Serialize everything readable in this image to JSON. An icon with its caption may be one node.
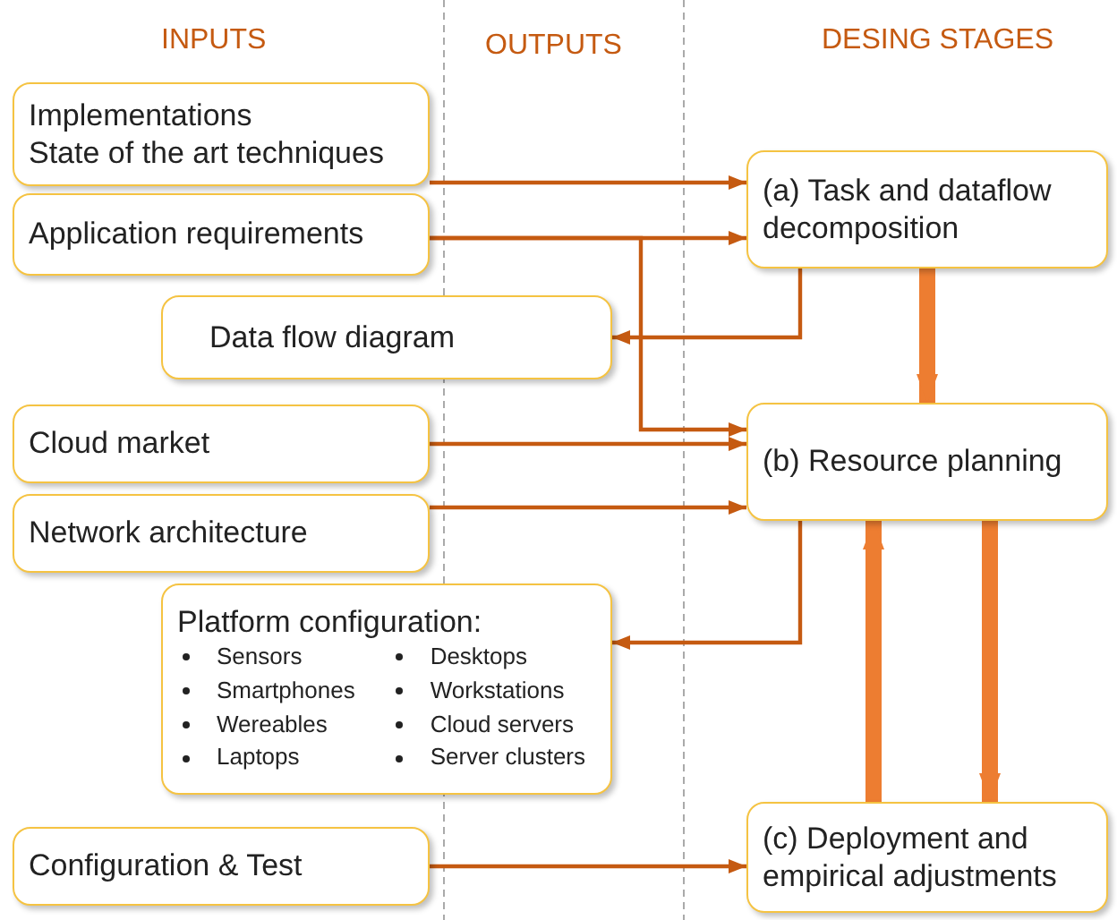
{
  "diagram": {
    "nodes": [
      {
        "text": [
          "Implementations",
          "State of the art techniques"
        ]
      },
      {
        "text": [
          "Application requirements"
        ]
      },
      {
        "text": [
          "Data flow diagram"
        ]
      },
      {
        "text": [
          "Cloud market"
        ]
      },
      {
        "text": [
          "Network architecture"
        ]
      },
      {
        "text": [
          "Platform configuration:",
          "Sensors",
          "Smartphones",
          "Wereables",
          "Laptops",
          "Desktops",
          "Workstations",
          "Cloud servers",
          "Server clusters"
        ]
      },
      {
        "text": [
          "Configuration & Test"
        ]
      },
      {
        "text": [
          "(a) Task and dataflow decomposition"
        ]
      },
      {
        "text": [
          "(b) Resource planning"
        ]
      },
      {
        "text": [
          "(c) Deployment and empirical adjustments"
        ]
      }
    ],
    "edges": [
      {
        "from": 0,
        "to": 7,
        "arrow": "to"
      },
      {
        "from": 1,
        "to": 7,
        "arrow": "to"
      },
      {
        "from": 1,
        "to": 8,
        "arrow": "to"
      },
      {
        "from": 7,
        "to": 2,
        "arrow": "to"
      },
      {
        "from": 7,
        "to": 8,
        "arrow": "to",
        "style": "thick",
        "color": "#ed7d31"
      },
      {
        "from": 3,
        "to": 8,
        "arrow": "to"
      },
      {
        "from": 4,
        "to": 8,
        "arrow": "to"
      },
      {
        "from": 8,
        "to": 5,
        "arrow": "to"
      },
      {
        "from": 9,
        "to": 8,
        "arrow": "to",
        "style": "thick",
        "color": "#ed7d31"
      },
      {
        "from": 8,
        "to": 9,
        "arrow": "to",
        "style": "thick",
        "color": "#ed7d31"
      },
      {
        "from": 6,
        "to": 9,
        "arrow": "to"
      }
    ],
    "labels": [
      "INPUTS",
      "OUTPUTS",
      "DESING STAGES"
    ]
  }
}
